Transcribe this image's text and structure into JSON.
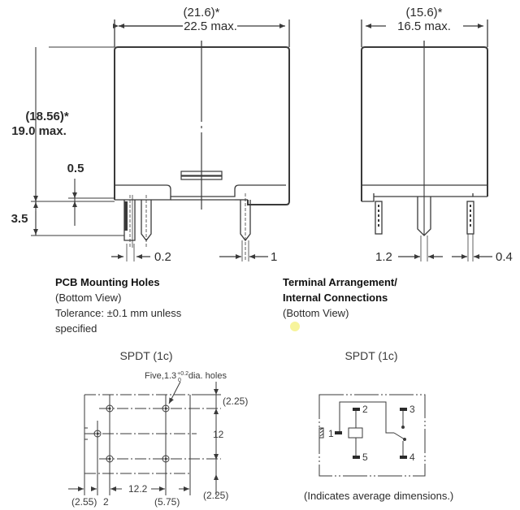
{
  "front_view": {
    "width_avg": "(21.6)*",
    "width_max": "22.5 max.",
    "height_avg": "(18.56)*",
    "height_max": "19.0 max.",
    "standoff": "0.5",
    "pin_length": "3.5",
    "pin_width_left": "0.2",
    "pin_width_right": "1"
  },
  "side_view": {
    "width_avg": "(15.6)*",
    "width_max": "16.5 max.",
    "pin_pitch": "1.2",
    "pin_thickness": "0.4"
  },
  "pcb_section": {
    "title": "PCB Mounting Holes",
    "subtitle": "(Bottom View)",
    "tolerance": "Tolerance: ±0.1 mm unless",
    "tolerance_cont": "specified",
    "diagram_title": "SPDT (1c)",
    "hole_note": "Five,1.3",
    "hole_tol_upper": "+0.2",
    "hole_tol_lower": "0",
    "hole_note_suffix": "dia. holes",
    "dims": {
      "top_offset": "(2.25)",
      "vertical_span": "12",
      "bottom_offset": "(2.25)",
      "left_offset": "(2.55)",
      "left_pitch": "2",
      "horizontal_span": "12.2",
      "right_offset": "(5.75)"
    }
  },
  "terminal_section": {
    "title_line1": "Terminal Arrangement/",
    "title_line2": "Internal Connections",
    "subtitle": "(Bottom View)",
    "diagram_title": "SPDT (1c)",
    "pins": [
      "1",
      "2",
      "3",
      "4",
      "5"
    ]
  },
  "footnote": "(Indicates average dimensions.)",
  "colors": {
    "line": "#3a3a3a",
    "highlight": "#f4f07a"
  }
}
